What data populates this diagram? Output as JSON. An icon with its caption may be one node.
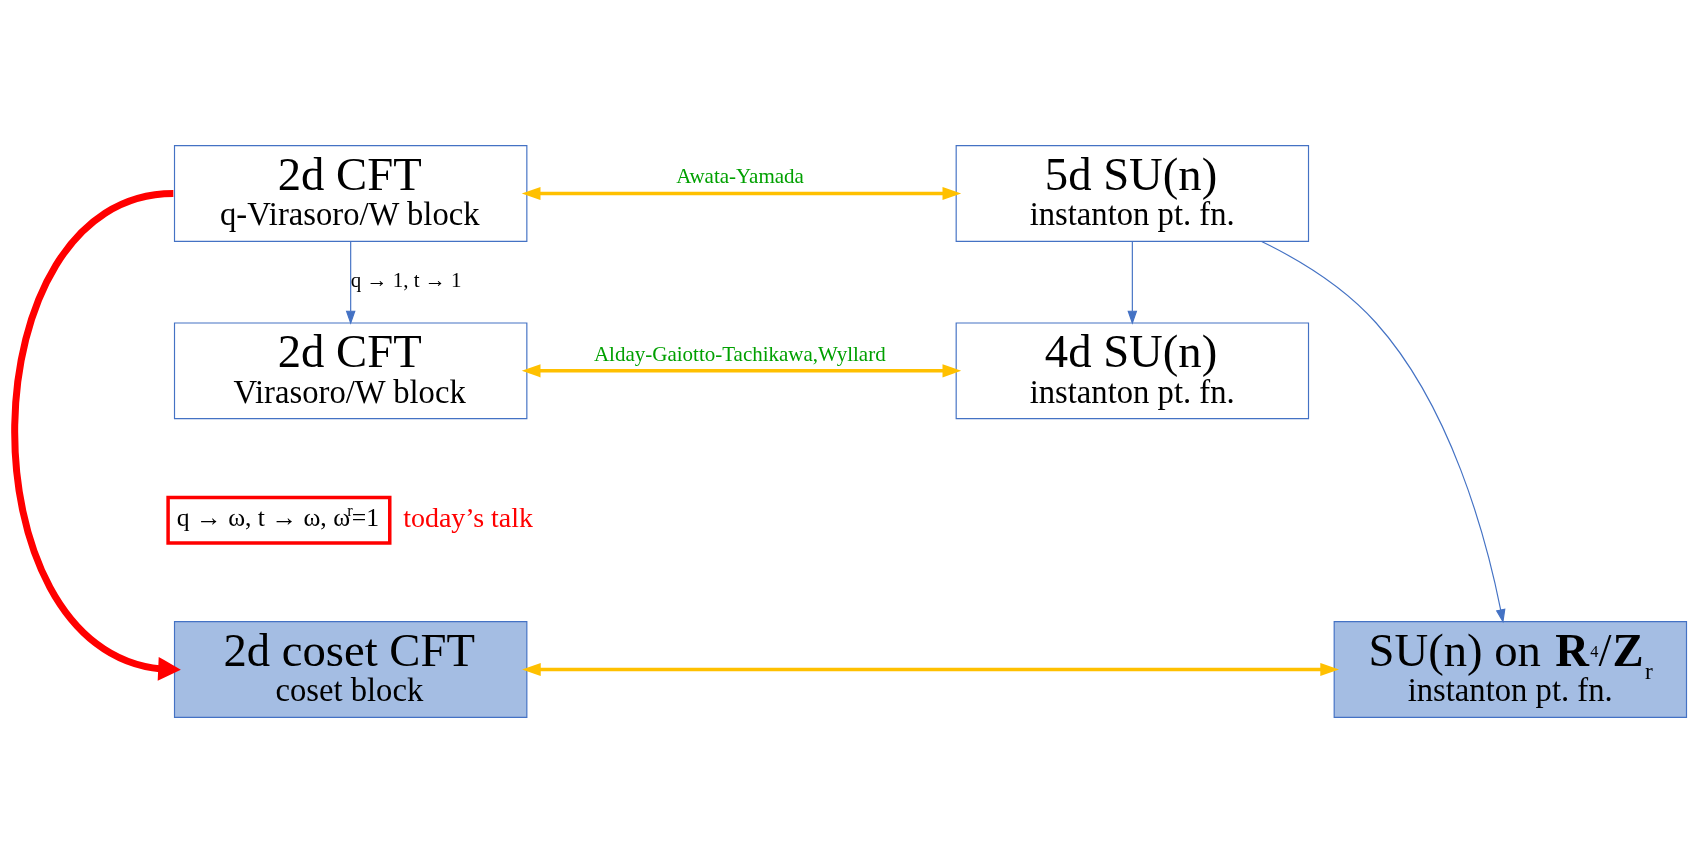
{
  "diagram": {
    "nodes": [
      {
        "text": [
          "2d CFT",
          "q-Virasoro/W block"
        ]
      },
      {
        "text": [
          "5d SU(n)",
          "instanton pt. fn."
        ]
      },
      {
        "text": [
          "2d CFT",
          "Virasoro/W block"
        ]
      },
      {
        "text": [
          "4d SU(n)",
          "instanton pt. fn."
        ]
      },
      {
        "text": [
          "q → ω, t → ω, ω$^{r}$=1"
        ],
        "beside": [
          "today’s talk"
        ]
      },
      {
        "text": [
          "2d coset CFT",
          "coset block"
        ]
      },
      {
        "text": [
          "SU(n) on **R**$^{4}$/**Z**$_{r}$",
          "instanton pt. fn."
        ]
      }
    ],
    "edges": [
      {
        "from": 0,
        "to": 1,
        "arrow": "both",
        "label": "Awata-Yamada"
      },
      {
        "from": 0,
        "to": 2,
        "arrow": "to",
        "label": "q → 1, t → 1",
        "color": "#4472c4"
      },
      {
        "from": 0,
        "to": 5,
        "arrow": "to",
        "style": "thick",
        "color": "#ff0000"
      },
      {
        "from": 2,
        "to": 3,
        "arrow": "both",
        "label": "Alday-Gaiotto-Tachikawa,Wyllard"
      },
      {
        "from": 1,
        "to": 3,
        "arrow": "to",
        "color": "#4472c4"
      },
      {
        "from": 1,
        "to": 6,
        "arrow": "to",
        "color": "#4472c4"
      },
      {
        "from": 5,
        "to": 6,
        "arrow": "both"
      }
    ]
  }
}
